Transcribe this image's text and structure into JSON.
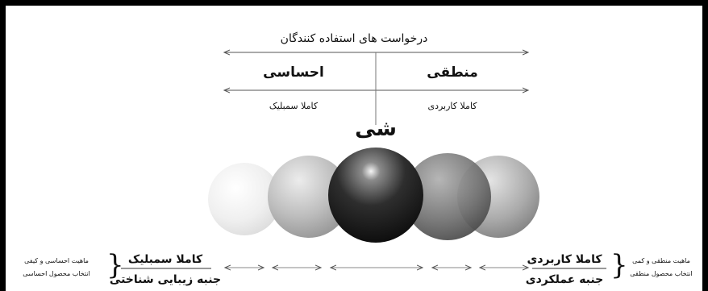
{
  "top_title": "درخواست های استفاده کنندگان",
  "axis": {
    "left_heading": "احساسی",
    "right_heading": "منطقی",
    "left_sub": "کاملا سمبلیک",
    "right_sub": "کاملا کاربردی"
  },
  "object_label": "شی",
  "bottom_left": {
    "title": "کاملا سمبلیک",
    "subtitle": "جنبه زیبایی شناختی",
    "note_1": "ماهیت احساسی و کیفی",
    "note_2": "انتخاب محصول احساسی"
  },
  "bottom_right": {
    "title": "کاملا کاربردی",
    "subtitle": "جنبه عملکردی",
    "note_1": "ماهیت منطقی و کمی",
    "note_2": "انتخاب محصول منطقی"
  },
  "colors": {
    "frame": "#000000",
    "text": "#111111",
    "line": "#555555",
    "sphere_center": "#1a1a1a"
  }
}
